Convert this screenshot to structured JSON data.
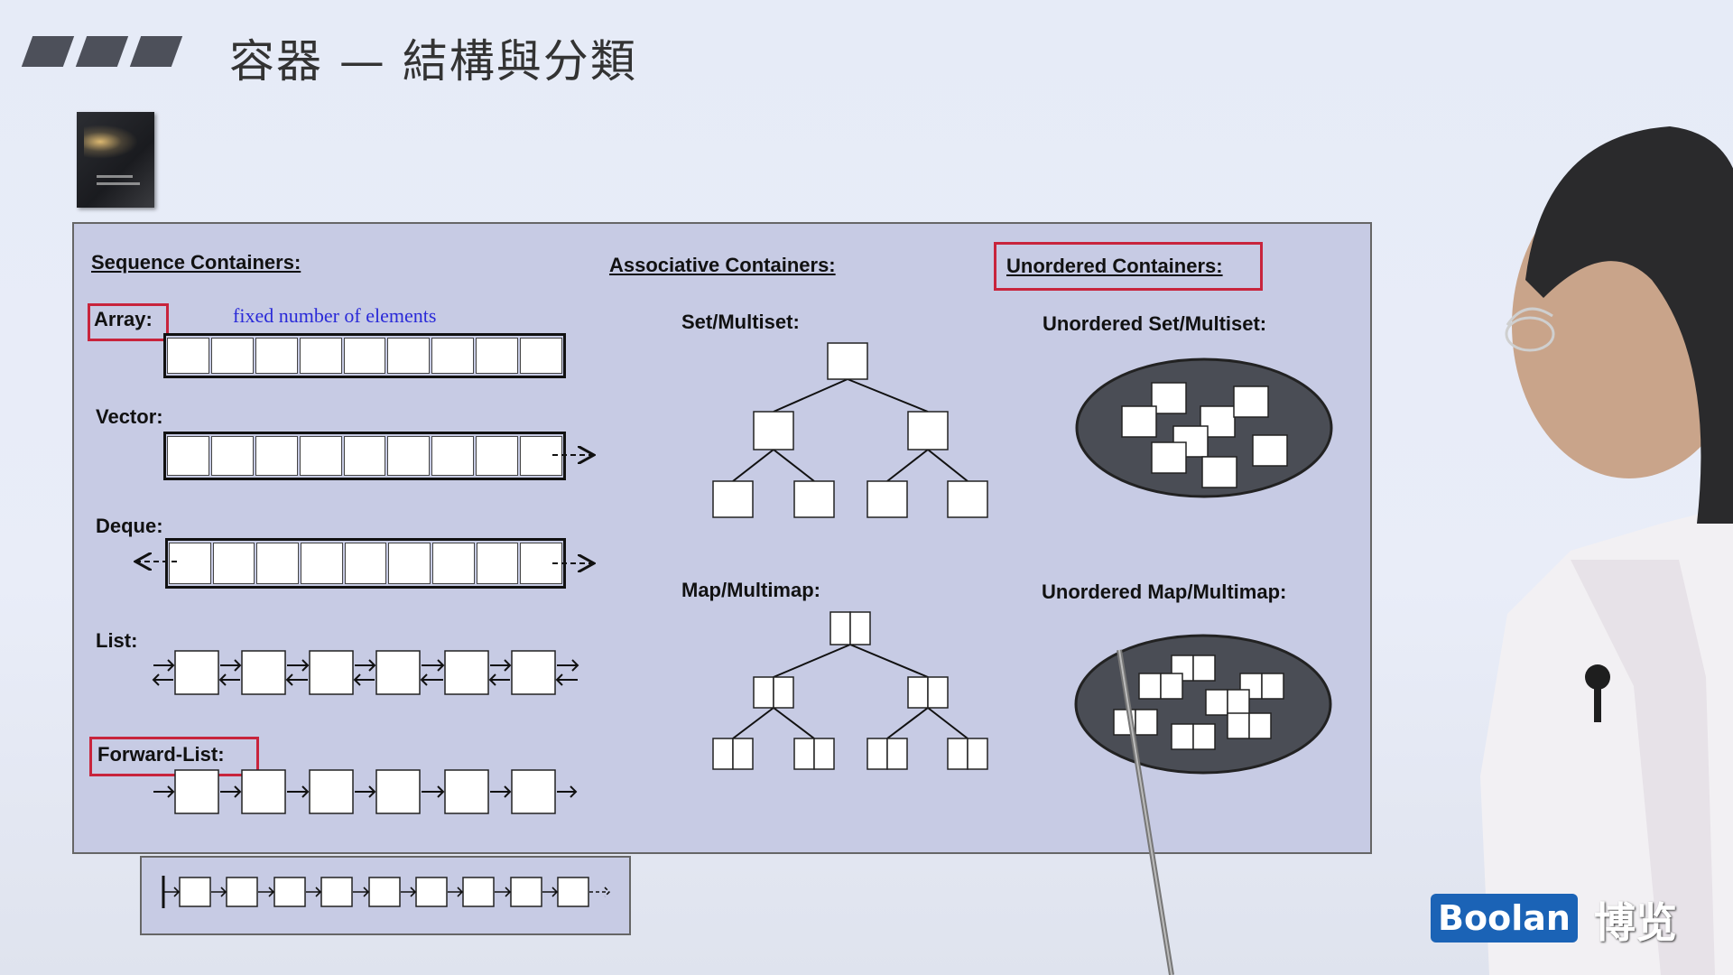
{
  "slide": {
    "title": "容器 — 結構與分類"
  },
  "panel": {
    "sequence": {
      "heading": "Sequence Containers:",
      "array_label": "Array:",
      "array_note": "fixed number of elements",
      "vector_label": "Vector:",
      "deque_label": "Deque:",
      "list_label": "List:",
      "forward_list_label": "Forward-List:"
    },
    "associative": {
      "heading": "Associative Containers:",
      "set_label": "Set/Multiset:",
      "map_label": "Map/Multimap:"
    },
    "unordered": {
      "heading": "Unordered Containers:",
      "set_label": "Unordered Set/Multiset:",
      "map_label": "Unordered Map/Multimap:"
    }
  },
  "colors": {
    "panel_bg": "#c7cbe4",
    "highlight_red": "#c8243c",
    "note_blue": "#2a2ad8",
    "ellipse_fill": "#4a4d55",
    "brand_blue": "#1b63b6"
  },
  "brand": {
    "logo_text": "Boolan",
    "logo_cn": "博览"
  },
  "icons": {
    "book_cover": "book-cover-icon",
    "title_bars": "slanted-bars-icon"
  }
}
